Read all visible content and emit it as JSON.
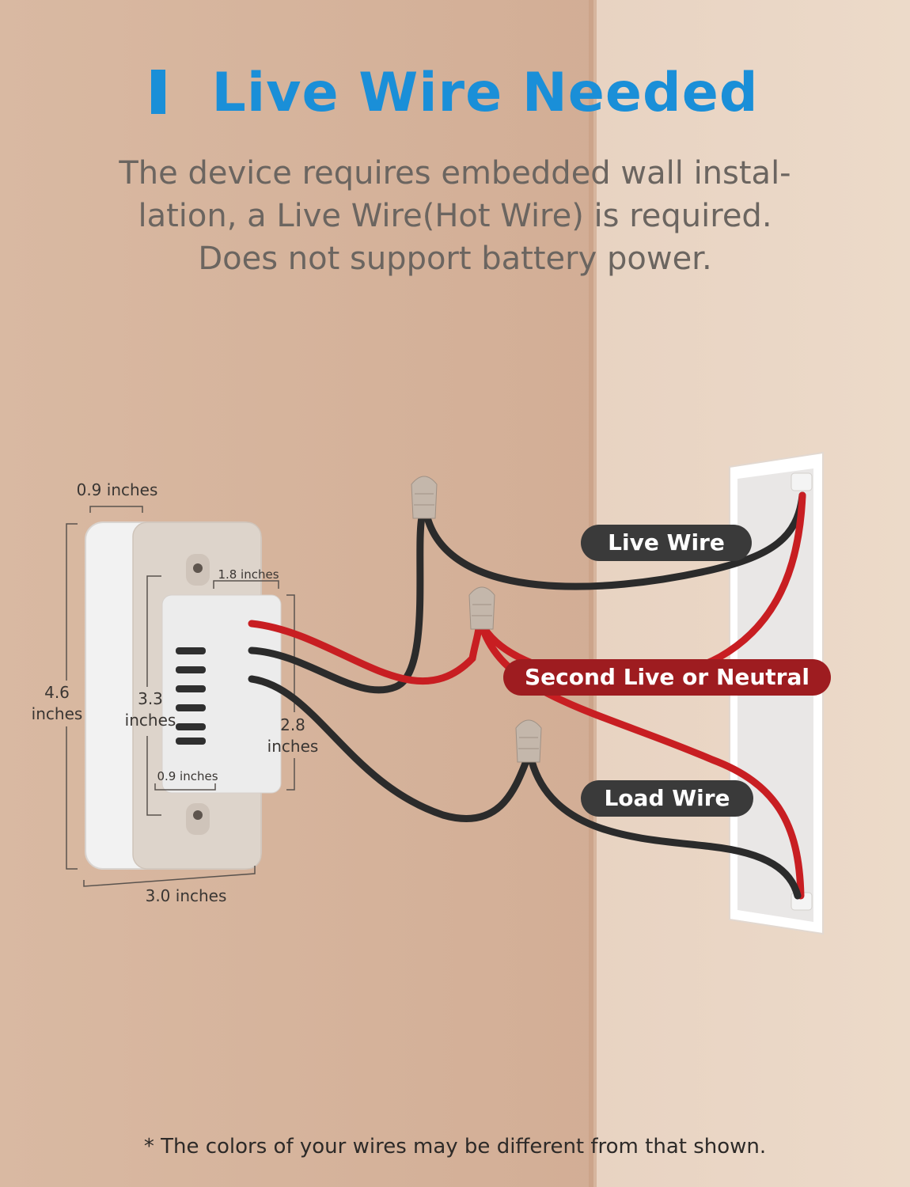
{
  "header": {
    "title": "Live Wire Needed",
    "subtitle_lines": [
      "The device requires embedded wall instal-",
      "lation, a Live Wire(Hot Wire) is required.",
      "Does not support battery power."
    ]
  },
  "dimensions": {
    "depth_top": "0.9 inches",
    "height_total": "4.6\ninches",
    "module_width": "1.8 inches",
    "module_height_left": "3.3\ninches",
    "module_height_right": "2.8\ninches",
    "module_bottom_width": "0.9 inches",
    "width_total": "3.0 inches"
  },
  "wire_labels": {
    "live": "Live Wire",
    "second": "Second Live or Neutral",
    "load": "Load Wire"
  },
  "footnote": "* The colors of your wires may be different from that shown.",
  "colors": {
    "accent": "#1a8fd8",
    "wire_black": "#2b2b2b",
    "wire_red": "#c81e22",
    "label_dark": "#3a3a3a",
    "label_red": "#9e1c20"
  }
}
